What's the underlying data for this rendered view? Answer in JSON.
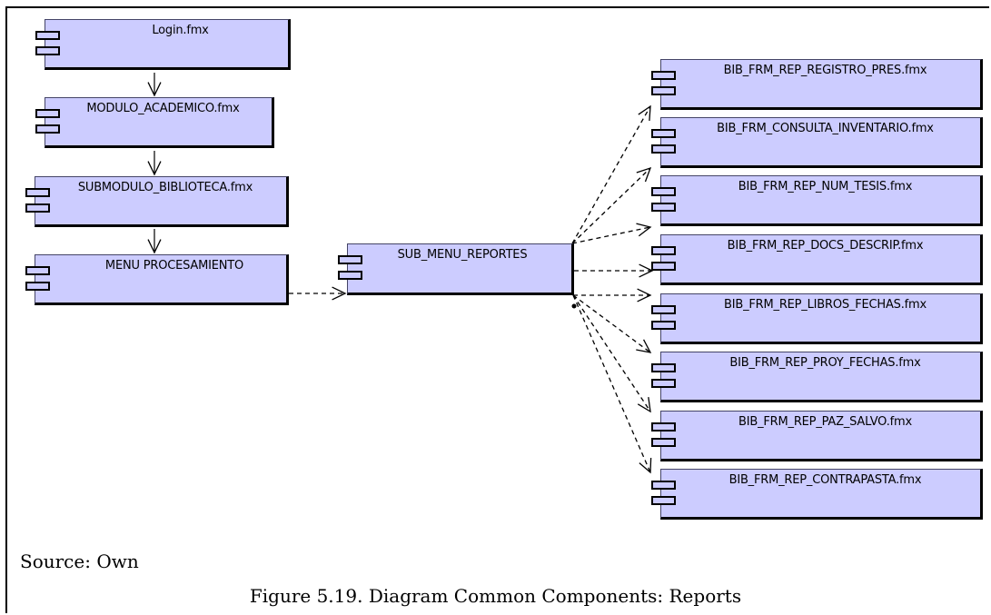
{
  "diagram": {
    "left_column": [
      {
        "id": "login",
        "label": "Login.fmx"
      },
      {
        "id": "modulo",
        "label": "MODULO_ACADEMICO.fmx"
      },
      {
        "id": "submodulo",
        "label": "SUBMODULO_BIBLIOTECA.fmx"
      },
      {
        "id": "menu",
        "label": "MENU PROCESAMIENTO"
      }
    ],
    "center": {
      "id": "sub_menu",
      "label": "SUB_MENU_REPORTES"
    },
    "reports": [
      {
        "id": "r1",
        "label": "BIB_FRM_REP_REGISTRO_PRES.fmx"
      },
      {
        "id": "r2",
        "label": "BIB_FRM_CONSULTA_INVENTARIO.fmx"
      },
      {
        "id": "r3",
        "label": "BIB_FRM_REP_NUM_TESIS.fmx"
      },
      {
        "id": "r4",
        "label": "BIB_FRM_REP_DOCS_DESCRIP.fmx"
      },
      {
        "id": "r5",
        "label": "BIB_FRM_REP_LIBROS_FECHAS.fmx"
      },
      {
        "id": "r6",
        "label": "BIB_FRM_REP_PROY_FECHAS.fmx"
      },
      {
        "id": "r7",
        "label": "BIB_FRM_REP_PAZ_SALVO.fmx"
      },
      {
        "id": "r8",
        "label": "BIB_FRM_REP_CONTRAPASTA.fmx"
      }
    ],
    "edges": [
      {
        "from": "login",
        "to": "modulo",
        "style": "solid"
      },
      {
        "from": "modulo",
        "to": "submodulo",
        "style": "solid"
      },
      {
        "from": "submodulo",
        "to": "menu",
        "style": "solid"
      },
      {
        "from": "menu",
        "to": "sub_menu",
        "style": "dashed"
      },
      {
        "from": "sub_menu",
        "to": "r1",
        "style": "dashed"
      },
      {
        "from": "sub_menu",
        "to": "r2",
        "style": "dashed"
      },
      {
        "from": "sub_menu",
        "to": "r3",
        "style": "dashed"
      },
      {
        "from": "sub_menu",
        "to": "r4",
        "style": "dashed"
      },
      {
        "from": "sub_menu",
        "to": "r5",
        "style": "dashed"
      },
      {
        "from": "sub_menu",
        "to": "r6",
        "style": "dashed"
      },
      {
        "from": "sub_menu",
        "to": "r7",
        "style": "dashed"
      },
      {
        "from": "sub_menu",
        "to": "r8",
        "style": "dashed"
      }
    ],
    "colors": {
      "component_fill": "#ccccff",
      "stroke": "#000000"
    }
  },
  "source_text": "Source: Own",
  "figure_caption": "Figure 5.19. Diagram Common Components: Reports"
}
